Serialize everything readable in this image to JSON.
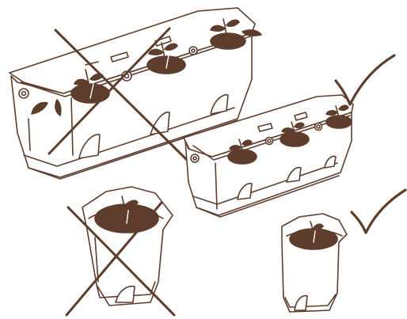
{
  "figure": {
    "panels": [
      {
        "id": "large-tray",
        "kind": "long seedling tray, three plants",
        "verdict": "incorrect",
        "mark": "cross-icon"
      },
      {
        "id": "small-tray",
        "kind": "short seedling tray, three plants",
        "verdict": "correct",
        "mark": "check-icon"
      },
      {
        "id": "large-pot",
        "kind": "single seedling pot",
        "verdict": "incorrect",
        "mark": "cross-icon"
      },
      {
        "id": "small-pot",
        "kind": "single seedling pot",
        "verdict": "correct",
        "mark": "check-icon"
      }
    ]
  },
  "colors": {
    "line": "#5e3d2c",
    "soil": "#5e3d2c",
    "fill": "#ffffff"
  }
}
